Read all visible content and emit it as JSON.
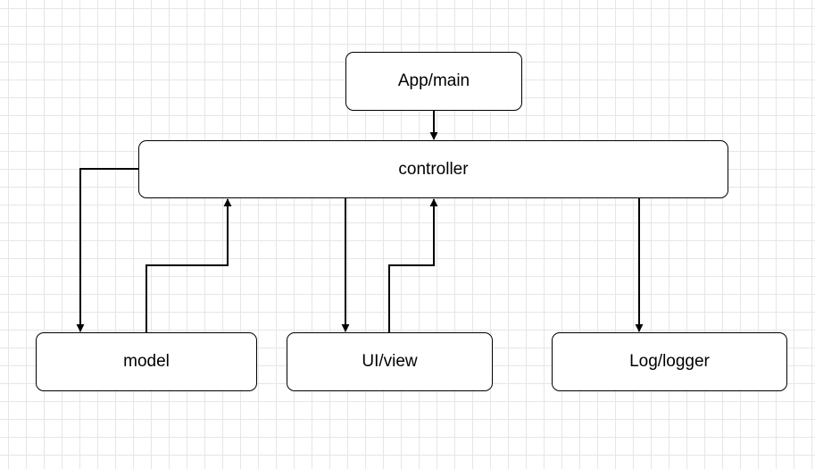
{
  "diagram": {
    "nodes": {
      "app": "App/main",
      "controller": "controller",
      "model": "model",
      "view": "UI/view",
      "logger": "Log/logger"
    },
    "edges": [
      {
        "from": "app",
        "to": "controller"
      },
      {
        "from": "controller",
        "to": "model"
      },
      {
        "from": "model",
        "to": "controller"
      },
      {
        "from": "controller",
        "to": "view"
      },
      {
        "from": "view",
        "to": "controller"
      },
      {
        "from": "controller",
        "to": "logger"
      }
    ],
    "colors": {
      "stroke": "#000000",
      "grid": "#e6e6e6",
      "node_fill": "#ffffff"
    }
  }
}
